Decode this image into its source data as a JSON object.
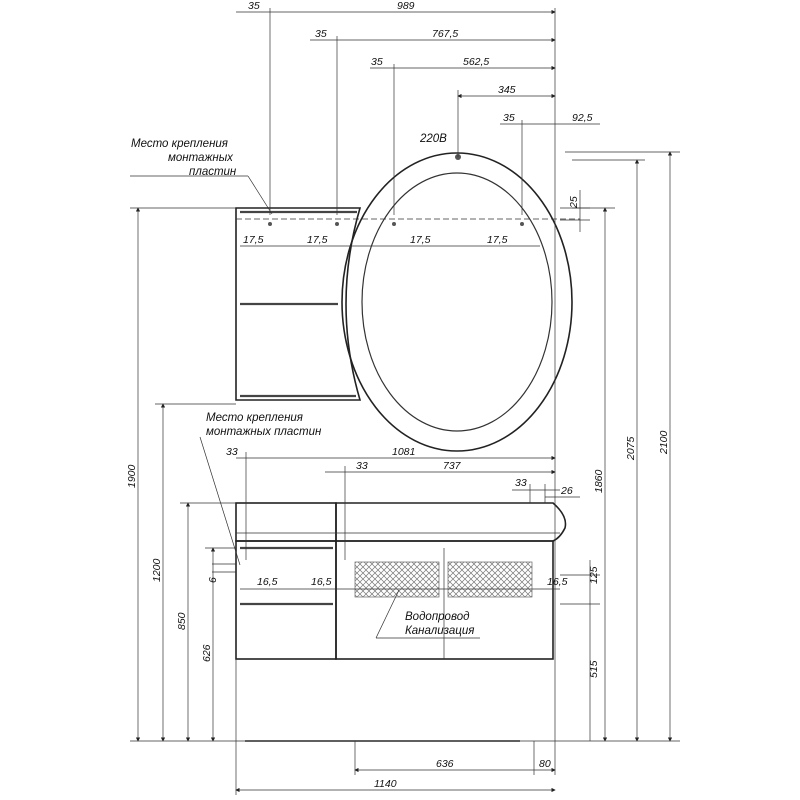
{
  "labels": {
    "mount_top_1": "Место крепления",
    "mount_top_2": "монтажных",
    "mount_top_3": "пластин",
    "mount_mid_1": "Место крепления",
    "mount_mid_2": "монтажных пластин",
    "power": "220В",
    "water": "Водопровод",
    "sewer": "Канализация"
  },
  "dims": {
    "d35a": "35",
    "d989": "989",
    "d35b": "35",
    "d767": "767,5",
    "d35c": "35",
    "d562": "562,5",
    "d345": "345",
    "d35d": "35",
    "d92": "92,5",
    "d25": "25",
    "d175a": "17,5",
    "d175b": "17,5",
    "d175c": "17,5",
    "d175d": "17,5",
    "d1081": "1081",
    "d33a": "33",
    "d33b": "33",
    "d737": "737",
    "d33c": "33",
    "d26": "26",
    "d6": "6",
    "d165a": "16,5",
    "d165b": "16,5",
    "d165c": "16,5",
    "d125": "125",
    "d515": "515",
    "d636": "636",
    "d80": "80",
    "d1140": "1140",
    "d1900": "1900",
    "d1200": "1200",
    "d850": "850",
    "d626": "626",
    "d1860": "1860",
    "d2075": "2075",
    "d2100": "2100"
  }
}
